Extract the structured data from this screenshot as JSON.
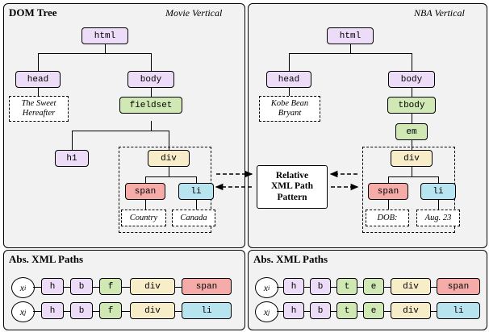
{
  "panels": {
    "left_top": {
      "title": "DOM Tree",
      "subtitle": "Movie Vertical"
    },
    "right_top": {
      "title": "",
      "subtitle": "NBA Vertical"
    },
    "left_bottom": {
      "title": "Abs. XML Paths"
    },
    "right_bottom": {
      "title": "Abs. XML Paths"
    }
  },
  "relative_pattern": {
    "label": "Relative\nXML Path\nPattern",
    "line1": "Relative",
    "line2": "XML Path",
    "line3": "Pattern"
  },
  "movie_tree": {
    "html": "html",
    "head": "head",
    "body": "body",
    "head_leaf": "The Sweet\nHereafter",
    "head_leaf_l1": "The Sweet",
    "head_leaf_l2": "Hereafter",
    "fieldset": "fieldset",
    "h1": "h1",
    "div": "div",
    "span": "span",
    "li": "li",
    "span_leaf": "Country",
    "li_leaf": "Canada"
  },
  "nba_tree": {
    "html": "html",
    "head": "head",
    "body": "body",
    "head_leaf_l1": "Kobe Bean",
    "head_leaf_l2": "Bryant",
    "tbody": "tbody",
    "em": "em",
    "div": "div",
    "span": "span",
    "li": "li",
    "span_leaf": "DOB:",
    "li_leaf": "Aug. 23"
  },
  "movie_paths": {
    "row1": {
      "var": "x",
      "sub": "i",
      "nodes": [
        "h",
        "b",
        "f",
        "div",
        "span"
      ]
    },
    "row2": {
      "var": "x",
      "sub": "j",
      "nodes": [
        "h",
        "b",
        "f",
        "div",
        "li"
      ]
    }
  },
  "nba_paths": {
    "row1": {
      "var": "x",
      "sub": "i",
      "nodes": [
        "h",
        "b",
        "t",
        "e",
        "div",
        "span"
      ]
    },
    "row2": {
      "var": "x",
      "sub": "j",
      "nodes": [
        "h",
        "b",
        "t",
        "e",
        "div",
        "li"
      ]
    }
  },
  "colors": {
    "purple": "#eddcf7",
    "green": "#cfe8b4",
    "yellow": "#f7edc8",
    "pink": "#f5aca8",
    "blue": "#b8e4ef",
    "panel_bg": "#f2f2f2"
  }
}
